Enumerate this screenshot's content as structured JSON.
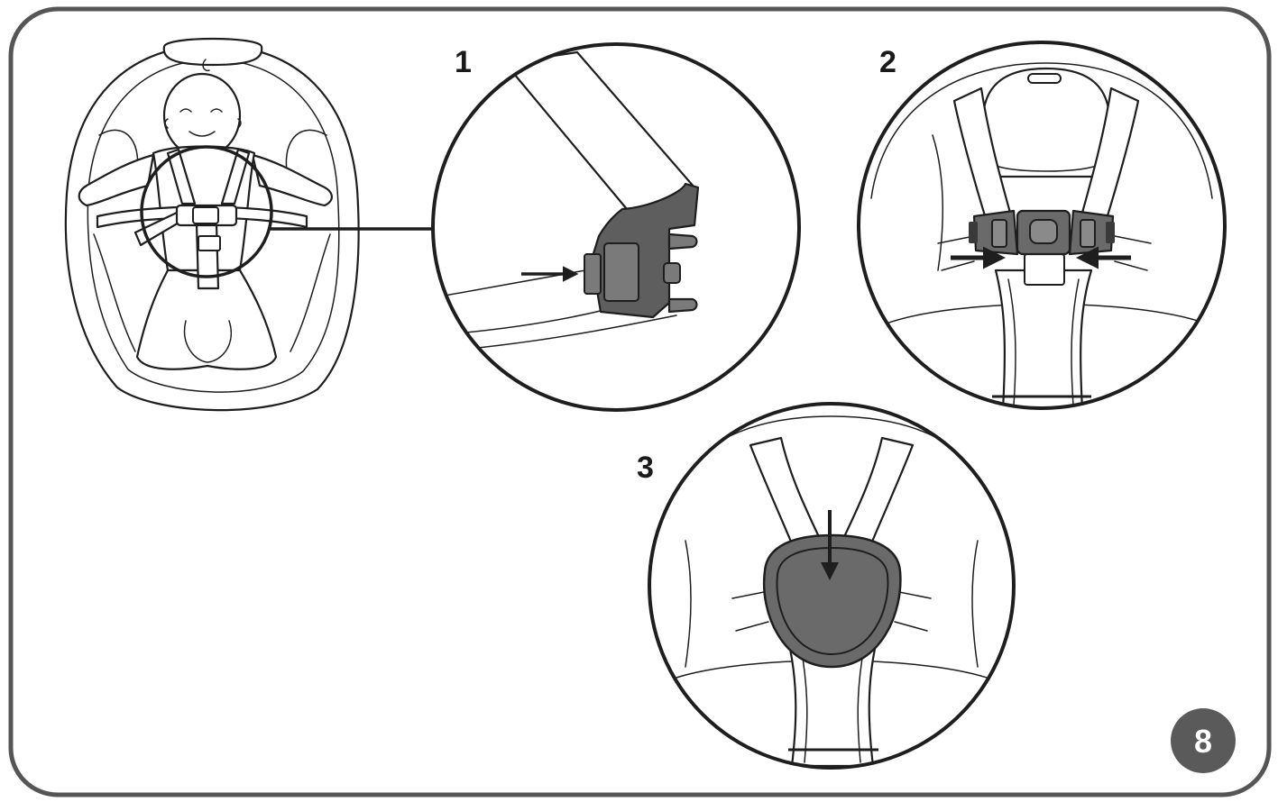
{
  "colors": {
    "line": "#1e1e1e",
    "frame": "#555555",
    "buckle_dark": "#5e5e5e",
    "buckle_mid": "#7a7a7a",
    "page_badge": "#5a5a5a",
    "background": "#ffffff"
  },
  "steps": [
    {
      "label": "1",
      "action": "insert-buckle-tongue"
    },
    {
      "label": "2",
      "action": "press-both-tongues-inward"
    },
    {
      "label": "3",
      "action": "push-release-button-down"
    }
  ],
  "page_number": "8"
}
